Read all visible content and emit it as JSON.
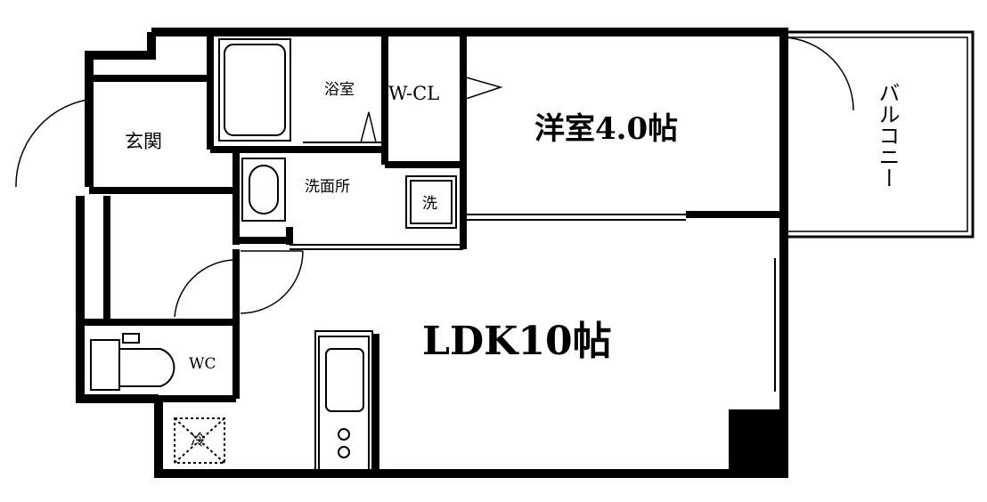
{
  "rooms": {
    "entrance": "玄関",
    "bathroom": "浴室",
    "walk_in_closet": "W-CL",
    "western_room": "洋室4.0帖",
    "balcony": "バルコニー",
    "washroom": "洗面所",
    "washer": "洗",
    "ldk": "LDK10帖",
    "toilet": "WC",
    "fridge": "冷"
  },
  "colors": {
    "wall": "#000000",
    "line": "#000000",
    "background": "#ffffff"
  }
}
